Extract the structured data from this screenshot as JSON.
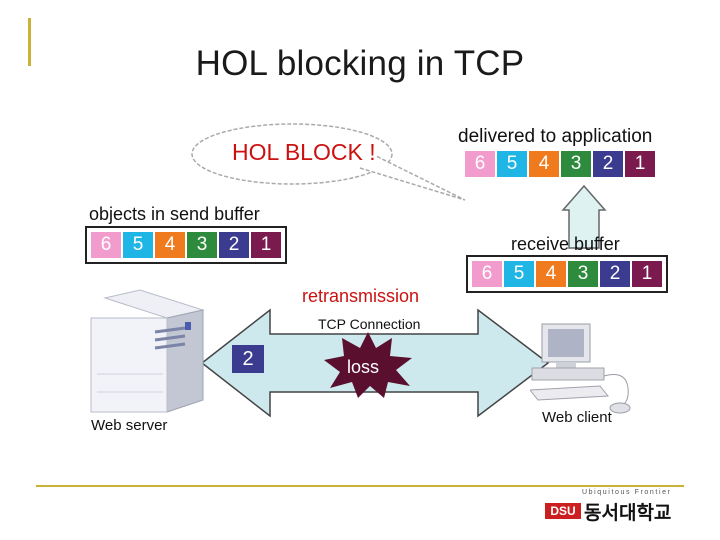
{
  "slide": {
    "title": "HOL blocking in TCP"
  },
  "callout": {
    "text": "HOL BLOCK !"
  },
  "delivered": {
    "label": "delivered to application",
    "cells": [
      "6",
      "5",
      "4",
      "3",
      "2",
      "1"
    ]
  },
  "send_buffer": {
    "label": "objects in send buffer",
    "cells": [
      "6",
      "5",
      "4",
      "3",
      "2",
      "1"
    ]
  },
  "receive_buffer": {
    "label": "receive buffer",
    "cells": [
      "6",
      "5",
      "4",
      "3",
      "2",
      "1"
    ]
  },
  "cell_colors": [
    "#f19ccc",
    "#1fb6e6",
    "#f07a1e",
    "#2e8b3e",
    "#3b3b8f",
    "#7b1a4f"
  ],
  "retransmission": {
    "label": "retransmission"
  },
  "connection": {
    "label": "TCP Connection",
    "packet": "2",
    "loss": "loss"
  },
  "server": {
    "label": "Web server"
  },
  "client": {
    "label": "Web client"
  },
  "logo": {
    "tagline": "Ubiquitous Frontier",
    "short": "DSU",
    "name": "동서대학교"
  }
}
